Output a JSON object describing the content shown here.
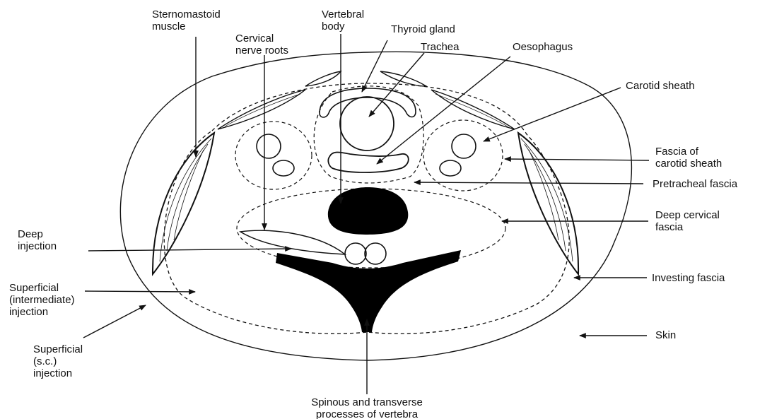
{
  "labels": {
    "sternomastoid": "Sternomastoid\nmuscle",
    "vertebral_body": "Vertebral\nbody",
    "thyroid": "Thyroid gland",
    "cervical_roots": "Cervical\nnerve roots",
    "trachea": "Trachea",
    "oesophagus": "Oesophagus",
    "carotid_sheath": "Carotid sheath",
    "fascia_carotid": "Fascia of\ncarotid sheath",
    "pretracheal": "Pretracheal fascia",
    "deep_cervical": "Deep cervical\nfascia",
    "deep_injection": "Deep\ninjection",
    "investing": "Investing fascia",
    "superficial_intermediate": "Superficial\n(intermediate)\ninjection",
    "skin": "Skin",
    "superficial_sc": "Superficial\n(s.c.)\ninjection",
    "spinous": "Spinous and transverse\nprocesses of vertebra"
  },
  "colors": {
    "ink": "#111111",
    "fill": "#000000",
    "background": "#ffffff"
  }
}
